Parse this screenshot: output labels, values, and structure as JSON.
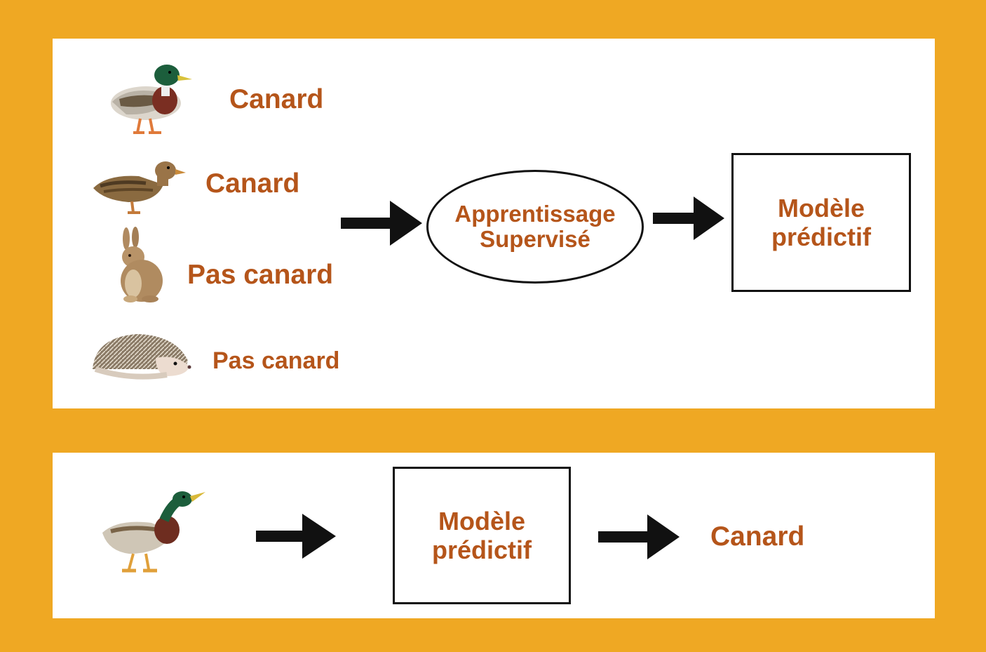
{
  "training": {
    "examples": [
      {
        "animal": "mallard-duck",
        "label": "Canard"
      },
      {
        "animal": "female-duck",
        "label": "Canard"
      },
      {
        "animal": "rabbit",
        "label": "Pas canard"
      },
      {
        "animal": "hedgehog",
        "label": "Pas canard"
      }
    ],
    "process": {
      "line1": "Apprentissage",
      "line2": "Supervisé"
    },
    "model": {
      "line1": "Modèle",
      "line2": "prédictif"
    }
  },
  "prediction": {
    "input_animal": "mallard-duck",
    "model": {
      "line1": "Modèle",
      "line2": "prédictif"
    },
    "output": "Canard"
  },
  "colors": {
    "frame": "#EFA823",
    "text": "#B5551A",
    "line": "#111111"
  }
}
